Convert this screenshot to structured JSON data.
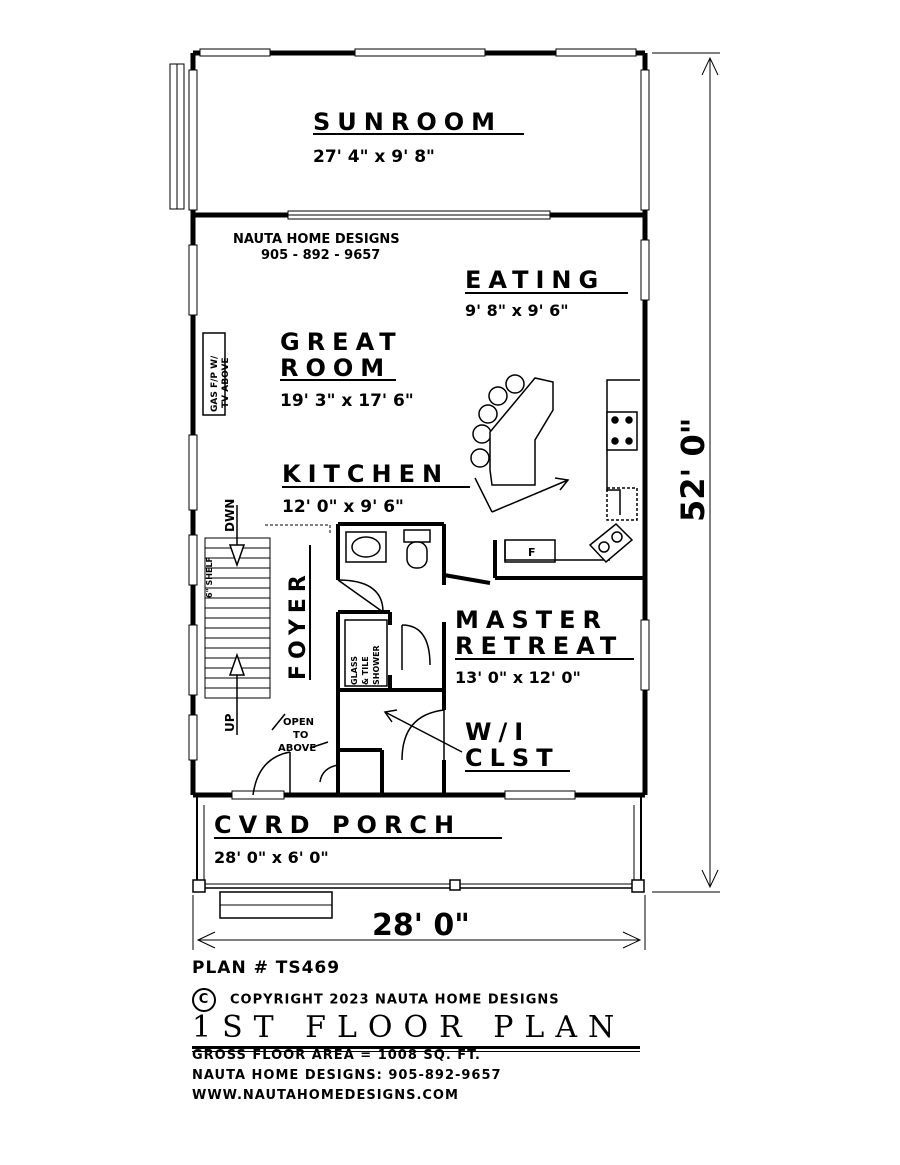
{
  "rooms": {
    "sunroom": {
      "name": "SUNROOM",
      "size": "27' 4\" x 9' 8\""
    },
    "eating": {
      "name": "EATING",
      "size": "9' 8\" x 9' 6\""
    },
    "great_room": {
      "name_line1": "GREAT",
      "name_line2": "ROOM",
      "size": "19' 3\" x 17' 6\""
    },
    "kitchen": {
      "name": "KITCHEN",
      "size": "12' 0\" x 9' 6\""
    },
    "foyer": {
      "name": "FOYER"
    },
    "master_retreat": {
      "name_line1": "MASTER",
      "name_line2": "RETREAT",
      "size": "13' 0\" x 12' 0\""
    },
    "wi_closet": {
      "name_line1": "W/I",
      "name_line2": "CLST"
    },
    "covered_porch": {
      "name": "CVRD PORCH",
      "size": "28' 0\" x 6' 0\""
    }
  },
  "annotations": {
    "company_line1": "NAUTA HOME DESIGNS",
    "company_line2": "905 - 892 - 9657",
    "fireplace_line1": "GAS F/P W/",
    "fireplace_line2": "TV ABOVE",
    "stairs_down": "DWN",
    "stairs_up": "UP",
    "shelf": "6\" SHELF",
    "shower_line1": "GLASS",
    "shower_line2": "& TILE",
    "shower_line3": "SHOWER",
    "open_to_above_line1": "OPEN",
    "open_to_above_line2": "TO",
    "open_to_above_line3": "ABOVE",
    "fridge": "F"
  },
  "dimensions": {
    "overall_width": "28' 0\"",
    "overall_depth": "52' 0\""
  },
  "footer": {
    "plan_number": "PLAN # TS469",
    "copyright_symbol": "C",
    "copyright": "COPYRIGHT 2023 NAUTA HOME DESIGNS",
    "title": "1ST FLOOR PLAN",
    "gross_area": "GROSS  FLOOR AREA  =   1008   SQ. FT.",
    "phone": "NAUTA HOME DESIGNS:  905-892-9657",
    "website": "WWW.NAUTAHOMEDESIGNS.COM"
  }
}
